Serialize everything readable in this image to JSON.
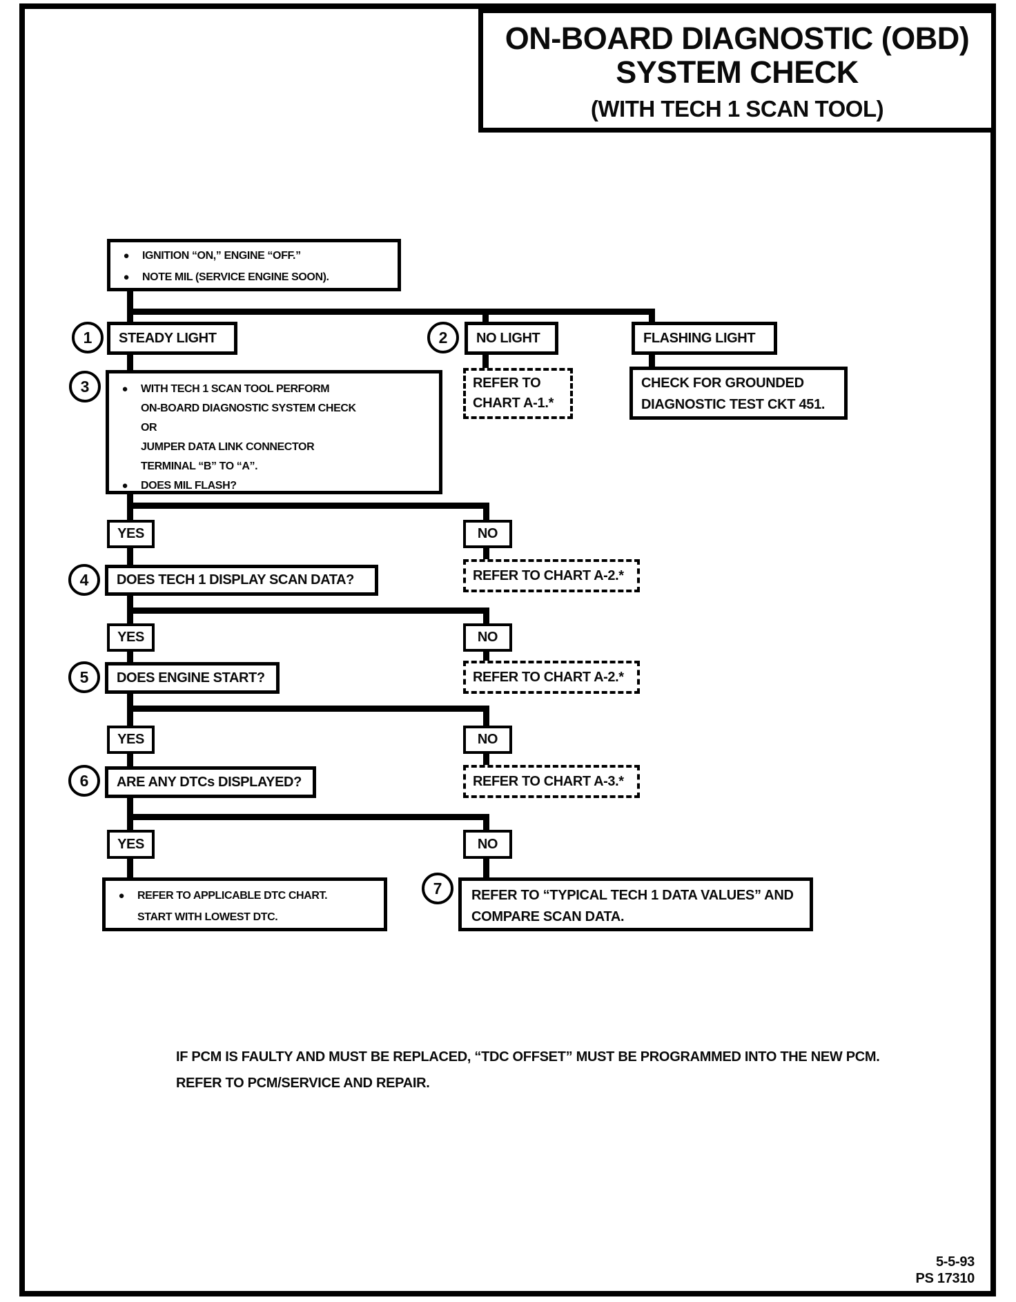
{
  "icons": {
    "bullet": "●"
  },
  "title": {
    "line1": "ON-BOARD DIAGNOSTIC (OBD)",
    "line2": "SYSTEM CHECK",
    "line3": "(WITH TECH 1 SCAN TOOL)"
  },
  "labels": {
    "yes": "YES",
    "no": "NO"
  },
  "start": {
    "bullets": [
      "IGNITION “ON,” ENGINE “OFF.”",
      "NOTE MIL (SERVICE ENGINE SOON)."
    ]
  },
  "steps": {
    "s1": {
      "num": "1",
      "label": "STEADY LIGHT"
    },
    "s2": {
      "num": "2",
      "label": "NO LIGHT"
    },
    "flashing": {
      "label": "FLASHING LIGHT"
    },
    "refA1": {
      "lines": [
        "REFER TO",
        "CHART A-1.*"
      ]
    },
    "ckt451": {
      "lines": [
        "CHECK FOR GROUNDED",
        "DIAGNOSTIC TEST CKT 451."
      ]
    },
    "s3": {
      "num": "3",
      "bullet1_lines": [
        "WITH TECH 1 SCAN TOOL PERFORM",
        "ON-BOARD DIAGNOSTIC SYSTEM CHECK",
        "OR",
        "JUMPER DATA LINK CONNECTOR",
        "TERMINAL “B” TO “A”."
      ],
      "bullet2": "DOES MIL FLASH?"
    },
    "s4": {
      "num": "4",
      "label": "DOES TECH 1 DISPLAY SCAN DATA?"
    },
    "refA2a": {
      "label": "REFER TO CHART A-2.*"
    },
    "s5": {
      "num": "5",
      "label": "DOES ENGINE START?"
    },
    "refA2b": {
      "label": "REFER TO CHART A-2.*"
    },
    "s6": {
      "num": "6",
      "label": "ARE ANY DTCs DISPLAYED?"
    },
    "refA3": {
      "label": "REFER TO CHART A-3.*"
    },
    "final_left": {
      "lines": [
        "REFER TO APPLICABLE DTC CHART.",
        "START WITH LOWEST DTC."
      ]
    },
    "s7": {
      "num": "7",
      "lines": [
        "REFER TO “TYPICAL TECH 1 DATA VALUES” AND",
        "COMPARE SCAN DATA."
      ]
    }
  },
  "footnote": {
    "lines": [
      "IF PCM IS FAULTY AND MUST BE REPLACED, “TDC OFFSET” MUST BE PROGRAMMED INTO THE NEW PCM.",
      "REFER TO PCM/SERVICE AND REPAIR."
    ]
  },
  "corner": {
    "date": "5-5-93",
    "code": "PS 17310"
  }
}
